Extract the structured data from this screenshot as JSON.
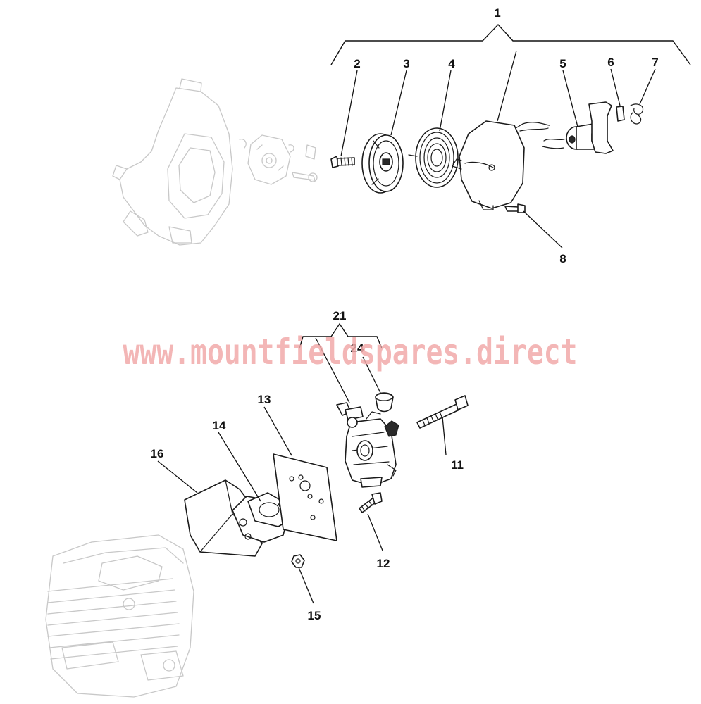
{
  "watermark": "www.mountfieldspares.direct",
  "callouts": {
    "c1": "1",
    "c2": "2",
    "c3": "3",
    "c4": "4",
    "c5": "5",
    "c6": "6",
    "c7": "7",
    "c8": "8",
    "c11": "11",
    "c12": "12",
    "c13": "13",
    "c14": "14",
    "c15": "15",
    "c16": "16",
    "c21": "21",
    "c24": "24"
  },
  "colors": {
    "ghost_lines": "#c8c8c8",
    "part_lines": "#1a1a1a",
    "watermark": "#f2aaaa"
  }
}
